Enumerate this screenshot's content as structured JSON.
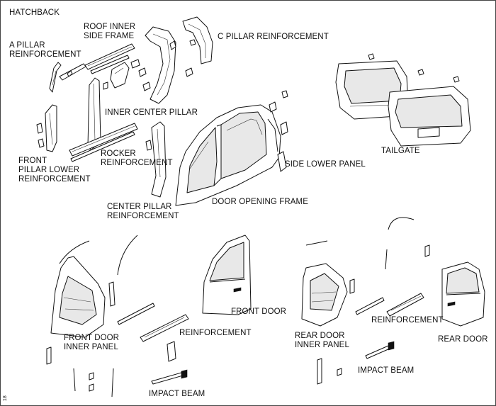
{
  "title": "HATCHBACK",
  "labels": {
    "roof_inner_side_frame": "ROOF INNER\nSIDE FRAME",
    "c_pillar_reinforcement": "C PILLAR REINFORCEMENT",
    "a_pillar_reinforcement": "A PILLAR\nREINFORCEMENT",
    "inner_center_pillar": "INNER CENTER PILLAR",
    "front_pillar_lower_reinforcement": "FRONT\nPILLAR LOWER\nREINFORCEMENT",
    "rocker_reinforcement": "ROCKER\nREINFORCEMENT",
    "side_lower_panel": "SIDE LOWER PANEL",
    "center_pillar_reinforcement": "CENTER PILLAR\nREINFORCEMENT",
    "door_opening_frame": "DOOR OPENING FRAME",
    "tailgate": "TAILGATE",
    "front_door": "FRONT DOOR",
    "front_reinforcement": "REINFORCEMENT",
    "front_door_inner_panel": "FRONT DOOR\nINNER PANEL",
    "front_impact_beam": "IMPACT BEAM",
    "rear_door_inner_panel": "REAR DOOR\nINNER PANEL",
    "rear_reinforcement": "REINFORCEMENT",
    "rear_door": "REAR DOOR",
    "rear_impact_beam": "IMPACT BEAM"
  },
  "page_marker": "18"
}
